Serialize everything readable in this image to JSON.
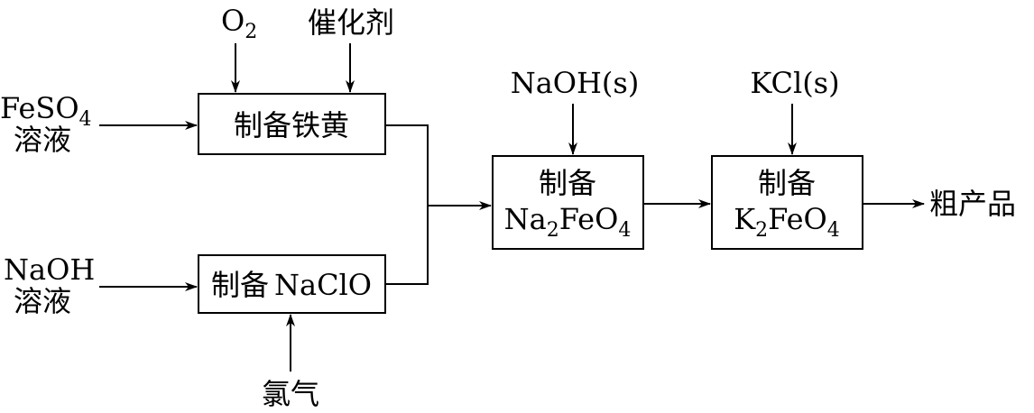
{
  "inputs": {
    "o2": {
      "main": "O",
      "sub": "2"
    },
    "catalyst": "催化剂",
    "feso4": {
      "line1_main": "FeSO",
      "line1_sub": "4",
      "line2": "溶液"
    },
    "naoh_solution": {
      "line1": "NaOH",
      "line2": "溶液"
    },
    "chlorine": "氯气",
    "naoh_solid": "NaOH(s)",
    "kcl_solid": "KCl(s)"
  },
  "boxes": {
    "iron_yellow": "制备铁黄",
    "naclo": {
      "prefix": "制备",
      "formula": "NaClO"
    },
    "na2feo4": {
      "line1": "制备",
      "p1": "Na",
      "s1": "2",
      "p2": "FeO",
      "s2": "4"
    },
    "k2feo4": {
      "line1": "制备",
      "p1": "K",
      "s1": "2",
      "p2": "FeO",
      "s2": "4"
    }
  },
  "output": "粗产品"
}
